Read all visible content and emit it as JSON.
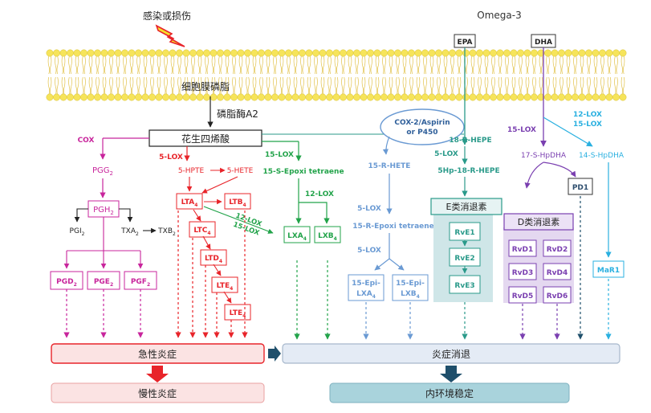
{
  "header": {
    "trigger_label": "感染或损伤",
    "omega_label": "Omega-3",
    "membrane_label": "细胞膜磷脂",
    "enzyme_pla2": "磷脂酶A2",
    "aa_label": "花生四烯酸",
    "epa_label": "EPA",
    "dha_label": "DHA"
  },
  "aa_pathway": {
    "cox": {
      "enzyme": "COX",
      "pgg": [
        "PGG",
        "2"
      ],
      "pgh": [
        "PGH",
        "2"
      ],
      "pgi": [
        "PGI",
        "2"
      ],
      "txa": [
        "TXA",
        "2"
      ],
      "txb": [
        "TXB",
        "2"
      ],
      "prostaglandins": [
        {
          "name": "PGD",
          "sub": "2",
          "color": "#c8259c"
        },
        {
          "name": "PGE",
          "sub": "2",
          "color": "#c8259c"
        },
        {
          "name": "PGF",
          "sub": "2",
          "color": "#c8259c"
        }
      ]
    },
    "lox5": {
      "enzyme": "5-LOX",
      "hpte": "5-HPTE",
      "hete": "5-HETE",
      "leukotrienes": [
        {
          "name": "LTA",
          "sub": "4"
        },
        {
          "name": "LTB",
          "sub": "4"
        },
        {
          "name": "LTC",
          "sub": "4"
        },
        {
          "name": "LTD",
          "sub": "4"
        },
        {
          "name": "LTE",
          "sub": "4"
        },
        {
          "name": "LTE",
          "sub": "4"
        }
      ],
      "cross_lox": [
        "12-LOX",
        "15-LOX"
      ]
    },
    "lox15": {
      "enzyme": "15-LOX",
      "intermediate": "15-S-Epoxi tetraene",
      "enzyme2": "12-LOX",
      "lxa": [
        "LXA",
        "4"
      ],
      "lxb": [
        "LXB",
        "4"
      ]
    }
  },
  "aspirin_pathway": {
    "enzyme": "COX-2/Aspirin\nor P450",
    "hete": "15-R-HETE",
    "lox1": "5-LOX",
    "intermediate": "15-R-Epoxi tetraene",
    "lox2": "5-LOX",
    "epi_lxa": [
      "15-Epi-",
      "LXA",
      "4"
    ],
    "epi_lxb": [
      "15-Epi-",
      "LXB",
      "4"
    ]
  },
  "epa_pathway": {
    "intermediate1": "18-R-HEPE",
    "enzyme": "5-LOX",
    "intermediate2": "5Hp-18-R-HEPE",
    "group_label": "E类消退素",
    "resolvins": [
      "RvE1",
      "RvE2",
      "RvE3"
    ]
  },
  "dha_pathway": {
    "enzyme_left": "15-LOX",
    "enzyme_right": [
      "12-LOX",
      "15-LOX"
    ],
    "hpdha17": "17-S-HpDHA",
    "hpdha14": "14-S-HpDHA",
    "pd1": "PD1",
    "group_label": "D类消退素",
    "resolvins": [
      "RvD1",
      "RvD2",
      "RvD3",
      "RvD4",
      "RvD5",
      "RvD6"
    ],
    "mar1": "MaR1"
  },
  "outcomes": {
    "acute": "急性炎症",
    "chronic": "慢性炎症",
    "resolution": "炎症消退",
    "homeostasis": "内环境稳定"
  },
  "colors": {
    "cox": "#c8259c",
    "lox5": "#e8242a",
    "lox15": "#22a34a",
    "aspirin": "#6a9ad3",
    "epa": "#2a9a8a",
    "dha": "#7a3fb0",
    "dha_light": "#2ab0e0",
    "acute_fill": "#fbe3e3",
    "resolution_fill": "#e4ebf5",
    "homeostasis_fill": "#a9d3dc"
  }
}
